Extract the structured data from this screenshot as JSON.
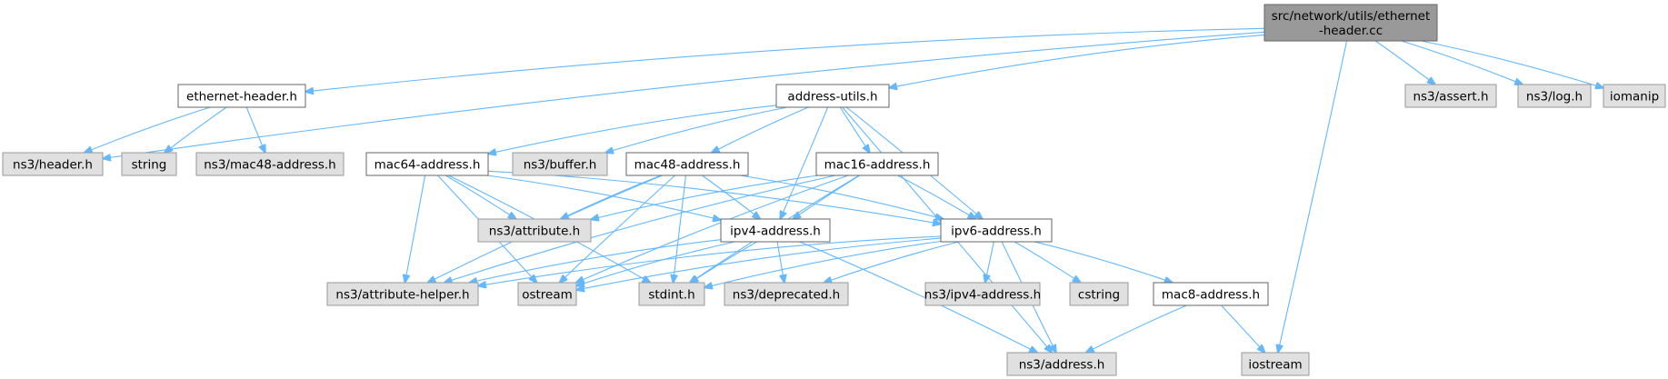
{
  "colors": {
    "edge": "#63b8ff",
    "root_fill": "#999999",
    "root_stroke": "#666666",
    "internal_fill": "#ffffff",
    "internal_stroke": "#666666",
    "external_fill": "#e0e0e0",
    "external_stroke": "#999999"
  },
  "nodes": [
    {
      "id": "root",
      "kind": "root",
      "lines": [
        "src/network/utils/ethernet",
        "-header.cc"
      ]
    },
    {
      "id": "ethernet_header_h",
      "kind": "internal",
      "lines": [
        "ethernet-header.h"
      ]
    },
    {
      "id": "address_utils_h",
      "kind": "internal",
      "lines": [
        "address-utils.h"
      ]
    },
    {
      "id": "ns3_header_h",
      "kind": "external",
      "lines": [
        "ns3/header.h"
      ]
    },
    {
      "id": "string",
      "kind": "external",
      "lines": [
        "string"
      ]
    },
    {
      "id": "ns3_mac48_address_h",
      "kind": "external",
      "lines": [
        "ns3/mac48-address.h"
      ]
    },
    {
      "id": "mac64_address_h",
      "kind": "internal",
      "lines": [
        "mac64-address.h"
      ]
    },
    {
      "id": "ns3_buffer_h",
      "kind": "external",
      "lines": [
        "ns3/buffer.h"
      ]
    },
    {
      "id": "mac48_address_h",
      "kind": "internal",
      "lines": [
        "mac48-address.h"
      ]
    },
    {
      "id": "mac16_address_h",
      "kind": "internal",
      "lines": [
        "mac16-address.h"
      ]
    },
    {
      "id": "ns3_assert_h",
      "kind": "external",
      "lines": [
        "ns3/assert.h"
      ]
    },
    {
      "id": "ns3_log_h",
      "kind": "external",
      "lines": [
        "ns3/log.h"
      ]
    },
    {
      "id": "iomanip",
      "kind": "external",
      "lines": [
        "iomanip"
      ]
    },
    {
      "id": "ns3_attribute_h",
      "kind": "external",
      "lines": [
        "ns3/attribute.h"
      ]
    },
    {
      "id": "ipv4_address_h",
      "kind": "internal",
      "lines": [
        "ipv4-address.h"
      ]
    },
    {
      "id": "ipv6_address_h",
      "kind": "internal",
      "lines": [
        "ipv6-address.h"
      ]
    },
    {
      "id": "ns3_attribute_helper_h",
      "kind": "external",
      "lines": [
        "ns3/attribute-helper.h"
      ]
    },
    {
      "id": "ostream",
      "kind": "external",
      "lines": [
        "ostream"
      ]
    },
    {
      "id": "stdint_h",
      "kind": "external",
      "lines": [
        "stdint.h"
      ]
    },
    {
      "id": "ns3_deprecated_h",
      "kind": "external",
      "lines": [
        "ns3/deprecated.h"
      ]
    },
    {
      "id": "ns3_ipv4_address_h",
      "kind": "external",
      "lines": [
        "ns3/ipv4-address.h"
      ]
    },
    {
      "id": "cstring",
      "kind": "external",
      "lines": [
        "cstring"
      ]
    },
    {
      "id": "mac8_address_h",
      "kind": "internal",
      "lines": [
        "mac8-address.h"
      ]
    },
    {
      "id": "ns3_address_h",
      "kind": "external",
      "lines": [
        "ns3/address.h"
      ]
    },
    {
      "id": "iostream",
      "kind": "external",
      "lines": [
        "iostream"
      ]
    }
  ],
  "edges": [
    [
      "root",
      "ns3_header_h"
    ],
    [
      "root",
      "ethernet_header_h"
    ],
    [
      "root",
      "address_utils_h"
    ],
    [
      "root",
      "ns3_assert_h"
    ],
    [
      "root",
      "ns3_log_h"
    ],
    [
      "root",
      "iomanip"
    ],
    [
      "root",
      "iostream"
    ],
    [
      "ethernet_header_h",
      "ns3_header_h"
    ],
    [
      "ethernet_header_h",
      "string"
    ],
    [
      "ethernet_header_h",
      "ns3_mac48_address_h"
    ],
    [
      "address_utils_h",
      "mac64_address_h"
    ],
    [
      "address_utils_h",
      "ns3_buffer_h"
    ],
    [
      "address_utils_h",
      "mac48_address_h"
    ],
    [
      "address_utils_h",
      "mac16_address_h"
    ],
    [
      "address_utils_h",
      "ipv4_address_h"
    ],
    [
      "address_utils_h",
      "ipv6_address_h"
    ],
    [
      "address_utils_h",
      "ns3_address_h"
    ],
    [
      "mac64_address_h",
      "ns3_attribute_h"
    ],
    [
      "mac64_address_h",
      "ns3_attribute_helper_h"
    ],
    [
      "mac64_address_h",
      "ostream"
    ],
    [
      "mac64_address_h",
      "stdint_h"
    ],
    [
      "mac64_address_h",
      "ipv4_address_h"
    ],
    [
      "mac64_address_h",
      "ipv6_address_h"
    ],
    [
      "mac48_address_h",
      "ns3_attribute_h"
    ],
    [
      "mac48_address_h",
      "ns3_attribute_helper_h"
    ],
    [
      "mac48_address_h",
      "ostream"
    ],
    [
      "mac48_address_h",
      "stdint_h"
    ],
    [
      "mac48_address_h",
      "ipv4_address_h"
    ],
    [
      "mac48_address_h",
      "ipv6_address_h"
    ],
    [
      "mac16_address_h",
      "ns3_attribute_h"
    ],
    [
      "mac16_address_h",
      "ns3_attribute_helper_h"
    ],
    [
      "mac16_address_h",
      "ostream"
    ],
    [
      "mac16_address_h",
      "stdint_h"
    ],
    [
      "mac16_address_h",
      "ipv4_address_h"
    ],
    [
      "mac16_address_h",
      "ipv6_address_h"
    ],
    [
      "ipv4_address_h",
      "ns3_attribute_helper_h"
    ],
    [
      "ipv4_address_h",
      "ostream"
    ],
    [
      "ipv4_address_h",
      "stdint_h"
    ],
    [
      "ipv4_address_h",
      "ns3_deprecated_h"
    ],
    [
      "ipv4_address_h",
      "ns3_address_h"
    ],
    [
      "ipv6_address_h",
      "ns3_attribute_helper_h"
    ],
    [
      "ipv6_address_h",
      "ostream"
    ],
    [
      "ipv6_address_h",
      "stdint_h"
    ],
    [
      "ipv6_address_h",
      "ns3_deprecated_h"
    ],
    [
      "ipv6_address_h",
      "ns3_ipv4_address_h"
    ],
    [
      "ipv6_address_h",
      "cstring"
    ],
    [
      "ipv6_address_h",
      "mac8_address_h"
    ],
    [
      "ipv6_address_h",
      "ns3_address_h"
    ],
    [
      "mac8_address_h",
      "ns3_address_h"
    ],
    [
      "mac8_address_h",
      "iostream"
    ]
  ]
}
